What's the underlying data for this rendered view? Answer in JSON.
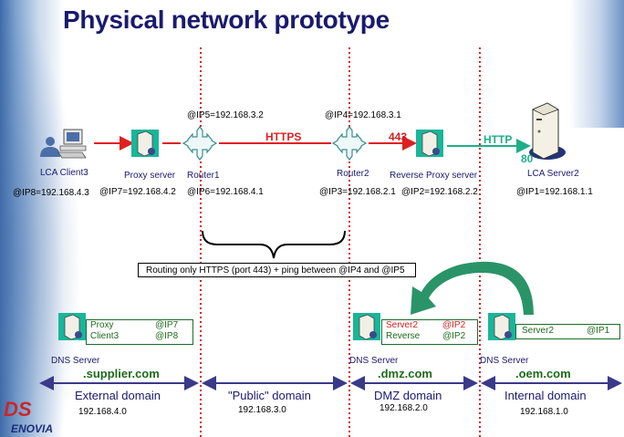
{
  "title": "Physical network prototype",
  "colors": {
    "title": "#1a1a6e",
    "https_link": "#e02020",
    "http_link": "#1fae8a",
    "zone_divider": "#d42020",
    "domain_arrow": "#3a3a8a",
    "domain_name": "#1d6b1d",
    "dns_redirect_arrow": "#2a9468"
  },
  "devices": [
    {
      "id": "client3",
      "label": "LCA Client3",
      "ip": "@IP8=192.168.4.3",
      "icon": "user-workstation-icon"
    },
    {
      "id": "proxy",
      "label": "Proxy server",
      "ip": "@IP7=192.168.4.2",
      "icon": "server-icon"
    },
    {
      "id": "router1",
      "label": "Router1",
      "ip_top": "@IP5=192.168.3.2",
      "ip_bottom": "@IP6=192.168.4.1",
      "icon": "router-icon"
    },
    {
      "id": "router2",
      "label": "Router2",
      "ip_top": "@IP4=192.168.3.1",
      "ip_bottom": "@IP3=192.168.2.1",
      "icon": "router-icon"
    },
    {
      "id": "reverse_proxy",
      "label": "Reverse Proxy server",
      "ip": "@IP2=192.168.2.2",
      "icon": "server-icon"
    },
    {
      "id": "server2",
      "label": "LCA Server2",
      "ip": "@IP1=192.168.1.1",
      "icon": "tower-server-icon"
    }
  ],
  "links": {
    "https": "HTTPS",
    "port_443": "443",
    "http": "HTTP",
    "port_80": "80"
  },
  "note": "Routing only HTTPS (port 443) + ping between @IP4 and @IP5",
  "dns_servers": [
    {
      "label": "DNS Server",
      "rows": [
        {
          "name": "Proxy",
          "ip": "@IP7",
          "highlight": false
        },
        {
          "name": "Client3",
          "ip": "@IP8",
          "highlight": false
        }
      ]
    },
    {
      "label": "DNS Server",
      "rows": [
        {
          "name": "Server2",
          "ip": "@IP2",
          "highlight": true
        },
        {
          "name": "Reverse",
          "ip": "@IP2",
          "highlight": false
        }
      ]
    },
    {
      "label": "DNS Server",
      "rows": [
        {
          "name": "Server2",
          "ip": "@IP1",
          "highlight": false
        }
      ]
    }
  ],
  "domains": [
    {
      "name": ".supplier.com",
      "label": "External domain",
      "subnet": "192.168.4.0"
    },
    {
      "name": "",
      "label": "\"Public\" domain",
      "subnet": "192.168.3.0"
    },
    {
      "name": ".dmz.com",
      "label": "DMZ domain",
      "subnet": "192.168.2.0"
    },
    {
      "name": ".oem.com",
      "label": "Internal domain",
      "subnet": "192.168.1.0"
    }
  ],
  "logo": {
    "mark": "DS",
    "brand": "ENOVIA"
  }
}
